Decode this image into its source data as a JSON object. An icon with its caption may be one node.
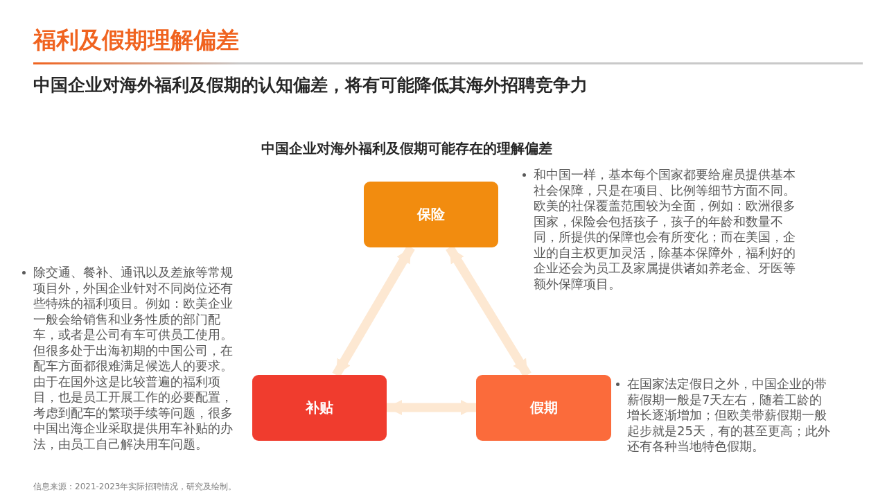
{
  "diagram": {
    "title": "福利及假期理解偏差",
    "nodes": [
      {
        "text": [
          "保险"
        ],
        "beside": [
          "和中国一样，基本每个国家都要给雇员提供基本社会保障，只是在项目、比例等细节方面不同。欧美的社保覆盖范围较为全面，例如：欧洲很多国家，保险会包括孩子，孩子的年龄和数量不同，所提供的保障也会有所变化；而在美国，企业的自主权更加灵活，除基本保障外，福利好的企业还会为员工及家属提供诸如养老金、牙医等额外保障项目。"
        ]
      },
      {
        "text": [
          "补贴"
        ],
        "beside": [
          "除交通、餐补、通讯以及差旅等常规项目外，外国企业针对不同岗位还有些特殊的福利项目。例如：欧美企业一般会给销售和业务性质的部门配车，或者是公司有车可供员工使用。但很多处于出海初期的中国公司，在配车方面都很难满足候选人的要求。由于在国外这是比较普遍的福利项目，也是员工开展工作的必要配置，考虑到配车的繁琐手续等问题，很多中国出海企业采取提供用车补贴的办法，由员工自己解决用车问题。"
        ]
      },
      {
        "text": [
          "假期"
        ],
        "beside": [
          "在国家法定假日之外，中国企业的带薪假期一般是7天左右，随着工龄的增长逐渐增加；但欧美带薪假期一般起步就是25天，有的甚至更高；此外还有各种当地特色假期。"
        ]
      }
    ],
    "edges": [
      {
        "from": 0,
        "to": 1,
        "arrow": "both"
      },
      {
        "from": 0,
        "to": 2,
        "arrow": "both"
      },
      {
        "from": 1,
        "to": 2,
        "arrow": "both"
      }
    ],
    "labels": [
      "中国企业对海外福利及假期的认知偏差，将有可能降低其海外招聘竞争力",
      "中国企业对海外福利及假期可能存在的理解偏差",
      "信息来源：2021-2023年实际招聘情况，研究及绘制。"
    ]
  }
}
